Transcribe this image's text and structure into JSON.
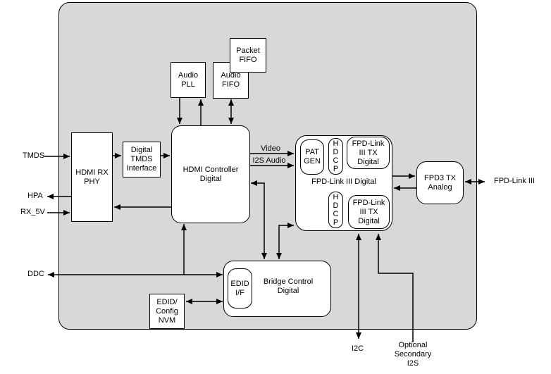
{
  "chip": {
    "blocks": {
      "packet_fifo": "Packet\nFIFO",
      "audio_pll": "Audio\nPLL",
      "audio_fifo": "Audio\nFIFO",
      "hdmi_rx_phy": "HDMI RX\nPHY",
      "digital_tmds_interface": "Digital\nTMDS\nInterface",
      "hdmi_controller_digital": "HDMI Controller\nDigital",
      "pat_gen": "PAT\nGEN",
      "hdcp_top": "H\nD\nC\nP",
      "fpd_link_tx_digital_top": "FPD-Link\nIII TX\nDigital",
      "hdcp_bottom": "H\nD\nC\nP",
      "fpd_link_tx_digital_bottom": "FPD-Link\nIII TX\nDigital",
      "fpd_link_iii_digital": "FPD-Link III Digital",
      "fpd3_tx_analog": "FPD3 TX\nAnalog",
      "bridge_control_digital": "Bridge Control\nDigital",
      "edid_if": "EDID\nI/F",
      "edid_config_nvm": "EDID/\nConfig\nNVM"
    },
    "ports": {
      "tmds": "TMDS",
      "hpa": "HPA",
      "rx_5v": "RX_5V",
      "ddc": "DDC",
      "fpd_link_iii": "FPD-Link III",
      "i2c": "I2C",
      "optional_secondary_i2s": "Optional\nSecondary\nI2S"
    },
    "buses": {
      "video": "Video",
      "i2s_audio": "I2S Audio"
    },
    "colors": {
      "chip_fill": "#d8d8d8",
      "block_fill": "#ffffff",
      "line": "#000000",
      "background": "#ffffff"
    }
  }
}
